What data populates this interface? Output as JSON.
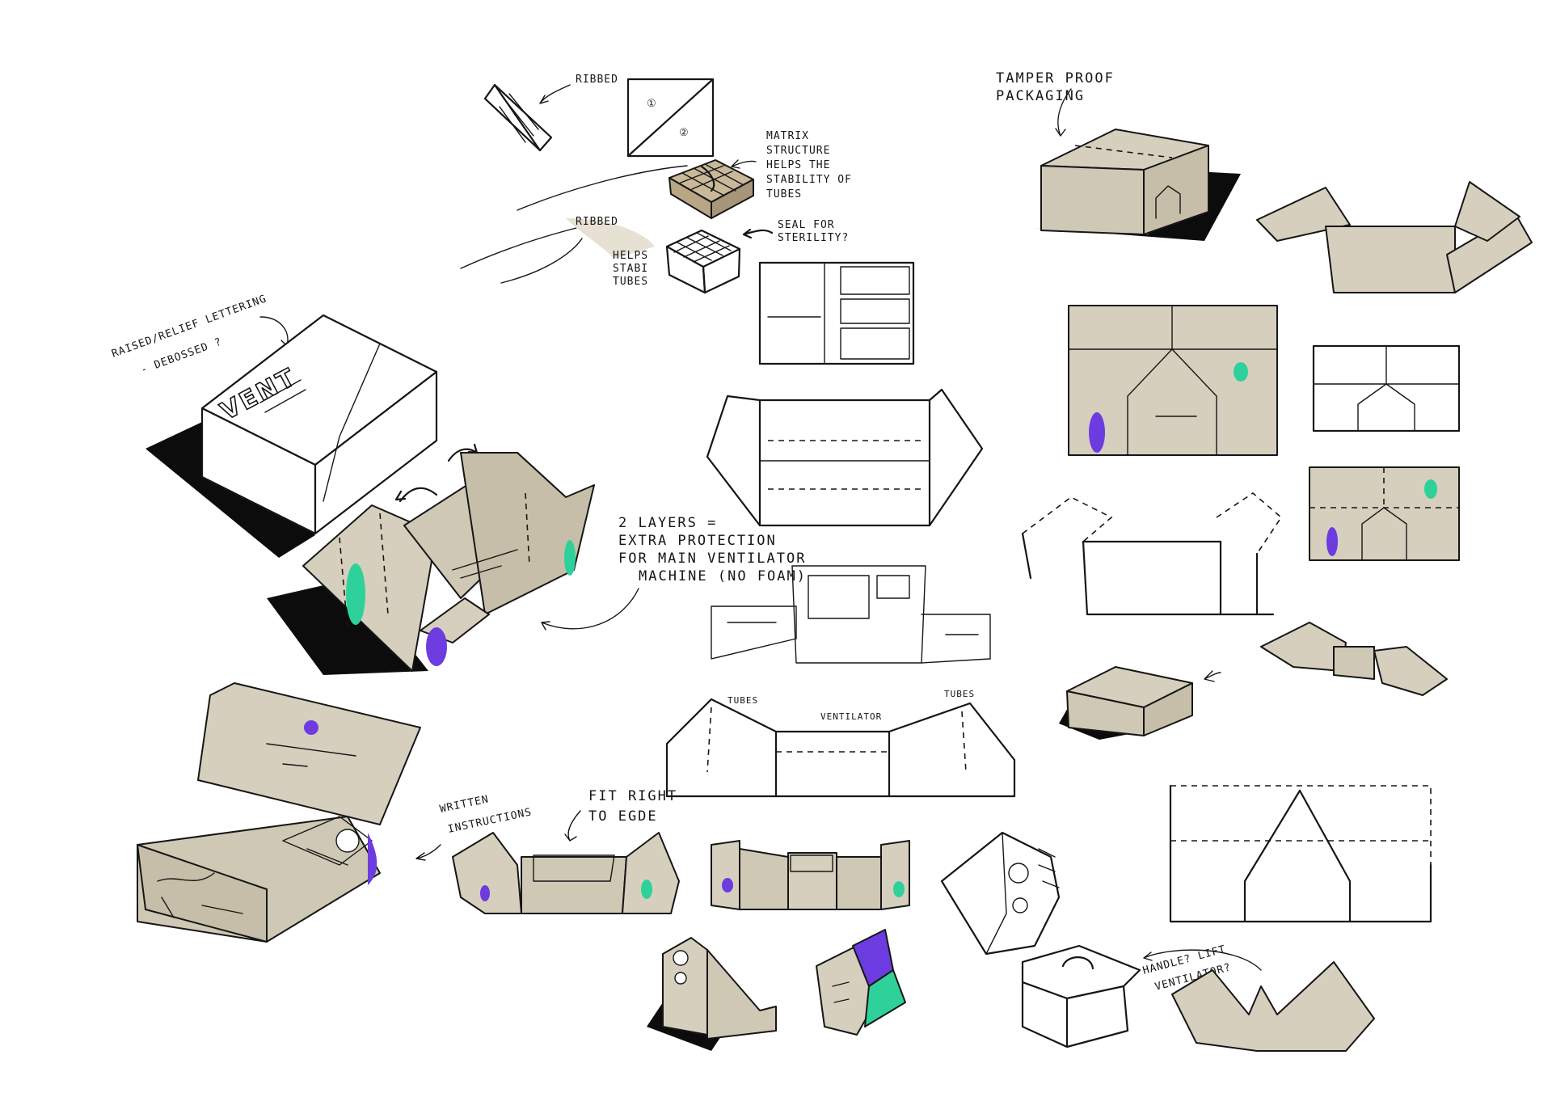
{
  "palette": {
    "kraft": "#d6cfbd",
    "kraft_dark": "#c6bea8",
    "ink": "#161616",
    "purple": "#6c3ce0",
    "green": "#2fd19a",
    "paper": "#ffffff"
  },
  "annotations": {
    "ribbed_top": "RIBBED",
    "matrix": [
      "MATRIX",
      "STRUCTURE",
      "HELPS THE",
      "STABILITY OF",
      "TUBES"
    ],
    "ribbed_bottom": "RIBBED",
    "helps": [
      "HELPS",
      "STABI",
      "TUBES"
    ],
    "seal": [
      "SEAL FOR",
      "STERILITY?"
    ],
    "tamper": [
      "TAMPER PROOF",
      "PACKAGING"
    ],
    "raised": [
      "RAISED/RELIEF LETTERING",
      "- DEBOSSED ?"
    ],
    "vent_word": "VENT",
    "layers": [
      "2 LAYERS =",
      "EXTRA PROTECTION",
      "FOR MAIN VENTILATOR",
      "MACHINE (NO FOAM)"
    ],
    "written": [
      "WRITTEN",
      "INSTRUCTIONS"
    ],
    "fit": [
      "FIT RIGHT",
      "TO EGDE"
    ],
    "tubes_left": "TUBES",
    "ventilator": "VENTILATOR",
    "tubes_right": "TUBES",
    "handle": [
      "HANDLE? LIFT",
      "VENTILATOR?"
    ]
  }
}
